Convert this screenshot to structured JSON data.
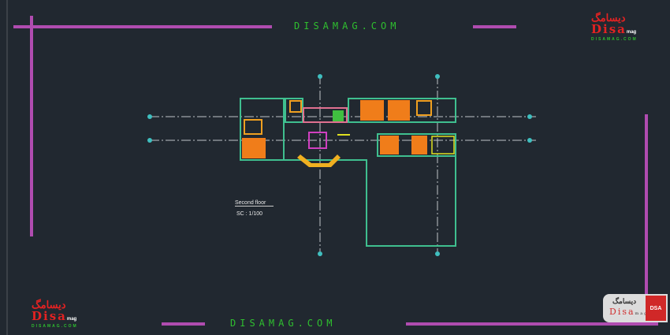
{
  "watermark_top": "DISAMAG.COM",
  "watermark_bottom": "DISAMAG.COM",
  "logo": {
    "persian": "دیسامگ",
    "name": "Disa",
    "suffix": "mag",
    "url": "DISAMAG.COM"
  },
  "badge": {
    "persian": "دیسامگ",
    "name": "Disa",
    "suffix": "mag",
    "mark": "DSA"
  },
  "drawing": {
    "title": "Second floor",
    "scale": "SC : 1/100"
  },
  "colors": {
    "background": "#212830",
    "frame": "#b04cb0",
    "walls": "#3fbf8f",
    "furniture": "#f07d1a",
    "watermark": "#2fbf2f"
  }
}
